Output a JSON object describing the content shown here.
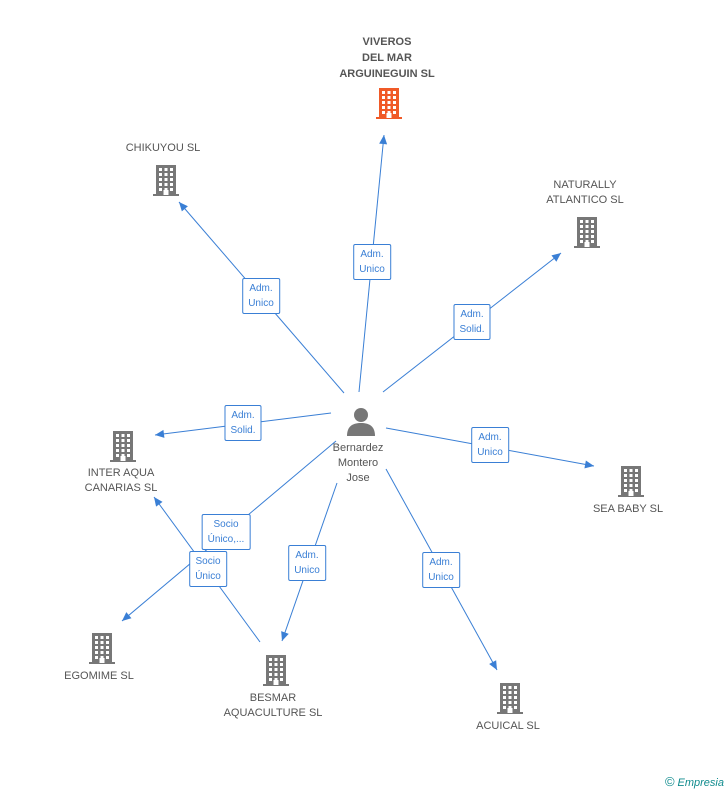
{
  "center": {
    "name": "Bernardez\nMontero\nJose",
    "icon": "person-icon"
  },
  "nodes": [
    {
      "id": "viveros",
      "name": "VIVEROS\nDEL MAR\nARGUINEGUIN SL",
      "highlight": true
    },
    {
      "id": "chikuyou",
      "name": "CHIKUYOU SL"
    },
    {
      "id": "naturally",
      "name": "NATURALLY\nATLANTICO  SL"
    },
    {
      "id": "inter",
      "name": "INTER AQUA\nCANARIAS SL"
    },
    {
      "id": "seababy",
      "name": "SEA BABY SL"
    },
    {
      "id": "egomime",
      "name": "EGOMIME SL"
    },
    {
      "id": "besmar",
      "name": "BESMAR\nAQUACULTURE SL"
    },
    {
      "id": "acuical",
      "name": "ACUICAL SL"
    }
  ],
  "edges": [
    {
      "to": "viveros",
      "label": "Adm.\nUnico"
    },
    {
      "to": "chikuyou",
      "label": "Adm.\nUnico"
    },
    {
      "to": "naturally",
      "label": "Adm.\nSolid."
    },
    {
      "to": "inter",
      "label": "Adm.\nSolid."
    },
    {
      "to": "seababy",
      "label": "Adm.\nUnico"
    },
    {
      "to": "egomime",
      "label": "Socio\nÚnico,..."
    },
    {
      "to": "besmar",
      "label": "Adm.\nUnico"
    },
    {
      "to": "acuical",
      "label": "Adm.\nUnico"
    },
    {
      "to": "inter",
      "label": "Socio\nÚnico"
    }
  ],
  "colors": {
    "edge": "#3a7fd5",
    "building": "#777777",
    "highlight": "#f05a28"
  },
  "brand": {
    "copyright": "©",
    "name": "Empresia"
  }
}
